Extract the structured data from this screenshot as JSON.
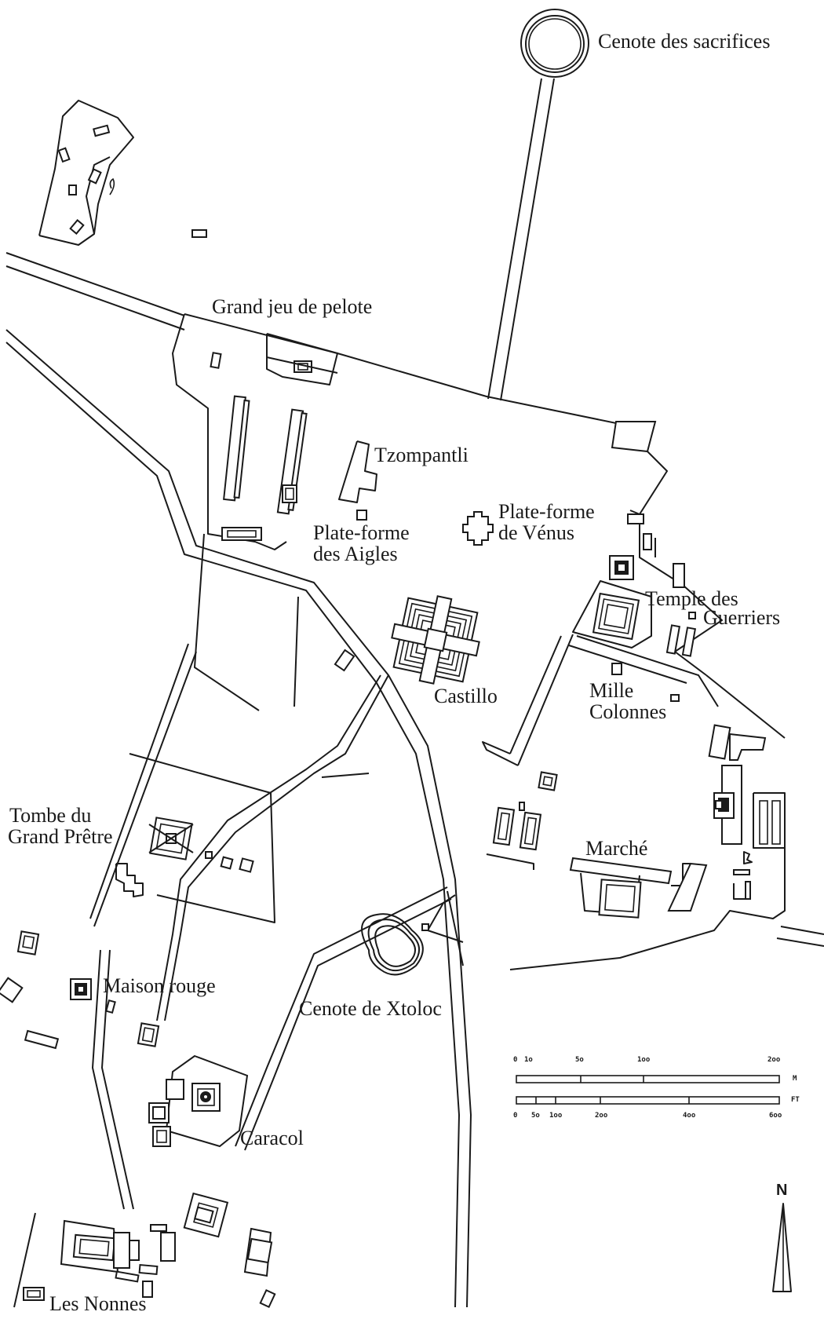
{
  "labels": {
    "cenote_sacrifices": "Cenote des sacrifices",
    "grand_jeu": "Grand jeu de pelote",
    "tzompantli": "Tzompantli",
    "aigles_1": "Plate-forme",
    "aigles_2": "des Aigles",
    "venus_1": "Plate-forme",
    "venus_2": "de Vénus",
    "guerriers_1": "Temple des",
    "guerriers_2": "Guerriers",
    "castillo": "Castillo",
    "mille_1": "Mille",
    "mille_2": "Colonnes",
    "tombe_1": "Tombe du",
    "tombe_2": "Grand Prêtre",
    "marche": "Marché",
    "maison_rouge": "Maison  rouge",
    "xtoloc": "Cenote de Xtoloc",
    "caracol": "Caracol",
    "nonnes": "Les Nonnes"
  },
  "scale": {
    "m_ticks": [
      "0",
      "1o",
      "5o",
      "1oo",
      "2oo"
    ],
    "m_unit": "M",
    "ft_ticks": [
      "0",
      "5o",
      "1oo",
      "2oo",
      "4oo",
      "6oo"
    ],
    "ft_unit": "FT"
  },
  "north": "N"
}
